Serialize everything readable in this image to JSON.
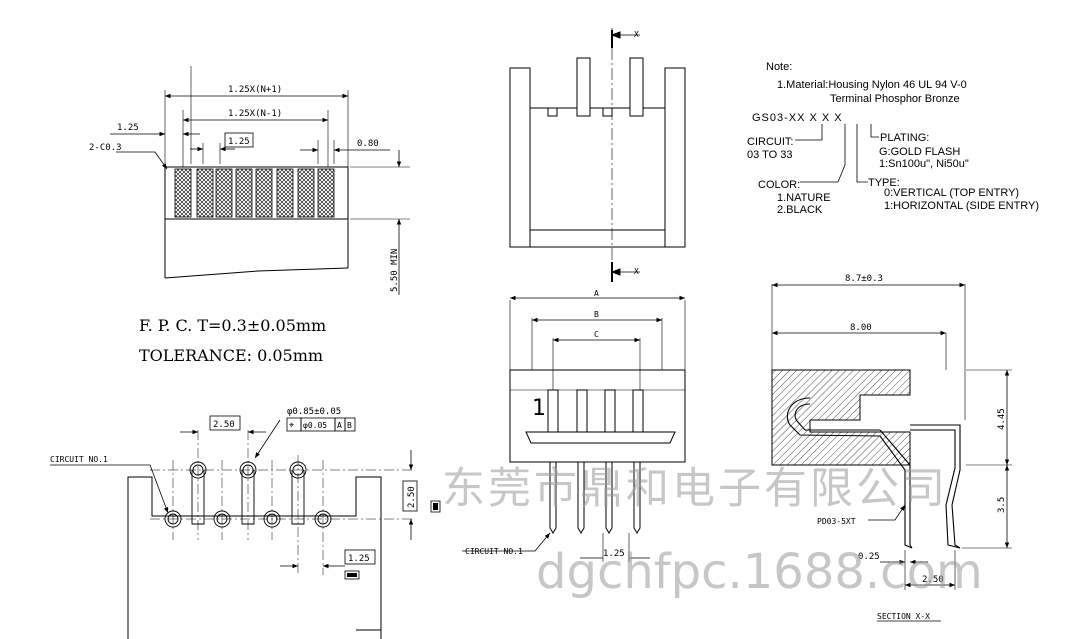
{
  "fpc": {
    "dim_total": "1.25X(N+1)",
    "dim_inner": "1.25X(N-1)",
    "dim_left": "1.25",
    "dim_pitch": "1.25",
    "chamfer": "2-C0.3",
    "dim_right": "0.80",
    "dim_min": "5.50 MIN",
    "spec_line": "F. P. C.  T=0.3±0.05mm",
    "tolerance_line": "TOLERANCE: 0.05mm"
  },
  "pcb": {
    "circuit_label": "CIRCUIT NO.1",
    "dim_pitch": "2.50",
    "hole_spec": "φ0.85±0.05",
    "tol_frame": [
      "⌖",
      "φ0.05",
      "A",
      "B"
    ],
    "dim_vertical": "2.50",
    "dim_bottom": "1.25"
  },
  "front": {
    "section_marker": "X",
    "dim_a": "A",
    "dim_b": "B",
    "dim_c": "C",
    "pin_one": "1",
    "circuit_label": "CIRCUIT NO.1",
    "dim_bottom": "1.25"
  },
  "notes": {
    "title": "Note:",
    "line1": "1.Material:Housing Nylon 46 UL 94 V-0",
    "line2": "Terminal Phosphor Bronze",
    "part_code": "GS03-XX X X X",
    "circuit_label": "CIRCUIT:",
    "circuit_range": "03 TO 33",
    "color_label": "COLOR:",
    "color_1": "1.NATURE",
    "color_2": "2.BLACK",
    "plating_label": "PLATING:",
    "plating_g": "G:GOLD FLASH",
    "plating_1": "1:Sn100u\", Ni50u\"",
    "type_label": "TYPE:",
    "type_0": "0:VERTICAL (TOP ENTRY)",
    "type_1": "1:HORIZONTAL (SIDE ENTRY)"
  },
  "section": {
    "dim_total": "8.7±0.3",
    "dim_inner": "8.00",
    "dim_height": "4.45",
    "dim_leg": "3.5",
    "part_label": "PD03-5XT",
    "dim_thick": "0.25",
    "dim_pitch": "2.50",
    "title": "SECTION X-X"
  },
  "watermark": {
    "company": "东莞市鼎和电子有限公司",
    "site": "dgchfpc.1688.com"
  }
}
